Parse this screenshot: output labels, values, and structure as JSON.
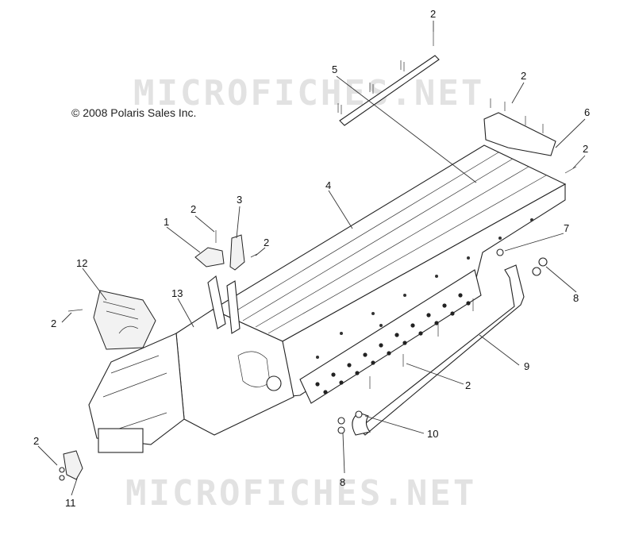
{
  "watermark": {
    "text": "MICROFICHES.NET"
  },
  "copyright": {
    "text": "© 2008 Polaris Sales Inc."
  },
  "callouts": [
    {
      "id": "c-2-top",
      "label": "2"
    },
    {
      "id": "c-5",
      "label": "5"
    },
    {
      "id": "c-2-upper-right",
      "label": "2"
    },
    {
      "id": "c-6",
      "label": "6"
    },
    {
      "id": "c-2-right",
      "label": "2"
    },
    {
      "id": "c-4",
      "label": "4"
    },
    {
      "id": "c-3",
      "label": "3"
    },
    {
      "id": "c-1",
      "label": "1"
    },
    {
      "id": "c-2-bracket-1",
      "label": "2"
    },
    {
      "id": "c-2-bracket-3",
      "label": "2"
    },
    {
      "id": "c-7",
      "label": "7"
    },
    {
      "id": "c-8-right",
      "label": "8"
    },
    {
      "id": "c-12",
      "label": "12"
    },
    {
      "id": "c-2-left",
      "label": "2"
    },
    {
      "id": "c-13",
      "label": "13"
    },
    {
      "id": "c-9",
      "label": "9"
    },
    {
      "id": "c-2-lower",
      "label": "2"
    },
    {
      "id": "c-10",
      "label": "10"
    },
    {
      "id": "c-8-lower",
      "label": "8"
    },
    {
      "id": "c-2-bottom-left",
      "label": "2"
    },
    {
      "id": "c-11",
      "label": "11"
    }
  ]
}
